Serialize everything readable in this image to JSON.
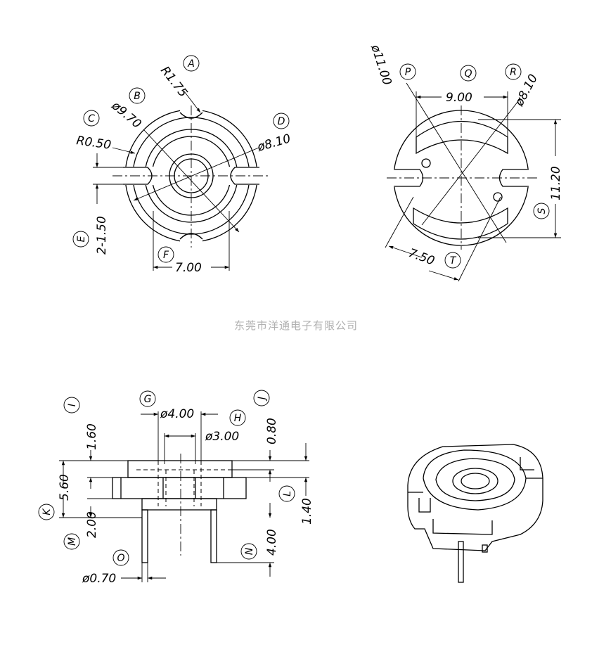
{
  "watermark": "东莞市洋通电子有限公司",
  "top_left_view": {
    "callouts": [
      "A",
      "B",
      "C",
      "D",
      "E",
      "F"
    ],
    "dims": {
      "r175": "R1.75",
      "d970": "ø9.70",
      "r050": "R0.50",
      "d810": "ø8.10",
      "w150": "2-1.50",
      "w700": "7.00"
    }
  },
  "top_right_view": {
    "callouts": [
      "P",
      "Q",
      "R",
      "S",
      "T"
    ],
    "dims": {
      "d1100": "ø11.00",
      "w900": "9.00",
      "d810": "ø8.10",
      "h1120": "11.20",
      "w750": "7.50"
    }
  },
  "side_view": {
    "callouts": [
      "G",
      "H",
      "I",
      "J",
      "K",
      "L",
      "M",
      "N",
      "O"
    ],
    "dims": {
      "d400": "ø4.00",
      "d300": "ø3.00",
      "h160": "1.60",
      "h080": "0.80",
      "h560": "5.60",
      "h140": "1.40",
      "h200": "2.00",
      "h400": "4.00",
      "d070": "ø0.70"
    }
  }
}
